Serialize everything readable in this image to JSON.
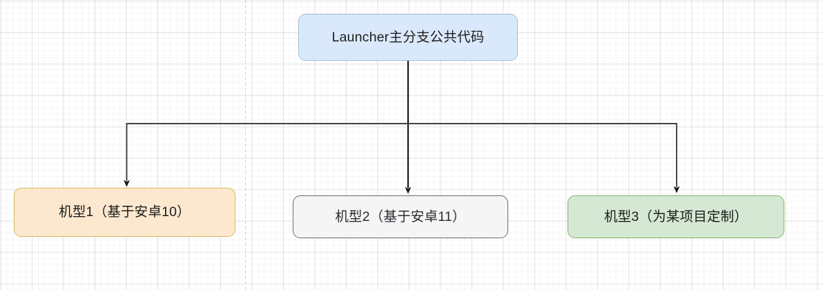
{
  "diagram": {
    "type": "flowchart",
    "orientation": "top-down",
    "background": {
      "grid": "graph-paper",
      "minor_grid_color": "#efefef",
      "major_grid_color": "#e0e0e0",
      "page_color": "#ffffff",
      "guide_line_color": "#c9c9c9"
    },
    "nodes": [
      {
        "id": "root",
        "label": "Launcher主分支公共代码",
        "shape": "rounded-rectangle",
        "fill": "#dae8fc",
        "stroke": "#a7bcd9",
        "text_color": "#1c1c1c"
      },
      {
        "id": "model1",
        "label": "机型1（基于安卓10）",
        "shape": "rounded-rectangle",
        "fill": "#fce8cf",
        "stroke": "#d6b656",
        "text_color": "#1c1c1c"
      },
      {
        "id": "model2",
        "label": "机型2（基于安卓11）",
        "shape": "rounded-rectangle",
        "fill": "#f5f5f5",
        "stroke": "#6b6b6b",
        "text_color": "#2b2b33"
      },
      {
        "id": "model3",
        "label": "机型3（为某项目定制）",
        "shape": "rounded-rectangle",
        "fill": "#d5e8d4",
        "stroke": "#82b366",
        "text_color": "#1c1c1c"
      }
    ],
    "edges": [
      {
        "id": "root-to-model1",
        "from": "root",
        "to": "model1",
        "style": "orthogonal",
        "arrow": "filled-triangle",
        "color": "#1a1a1a"
      },
      {
        "id": "root-to-model2",
        "from": "root",
        "to": "model2",
        "style": "straight",
        "arrow": "filled-triangle",
        "color": "#1a1a1a"
      },
      {
        "id": "root-to-model3",
        "from": "root",
        "to": "model3",
        "style": "orthogonal",
        "arrow": "filled-triangle",
        "color": "#1a1a1a"
      }
    ]
  }
}
